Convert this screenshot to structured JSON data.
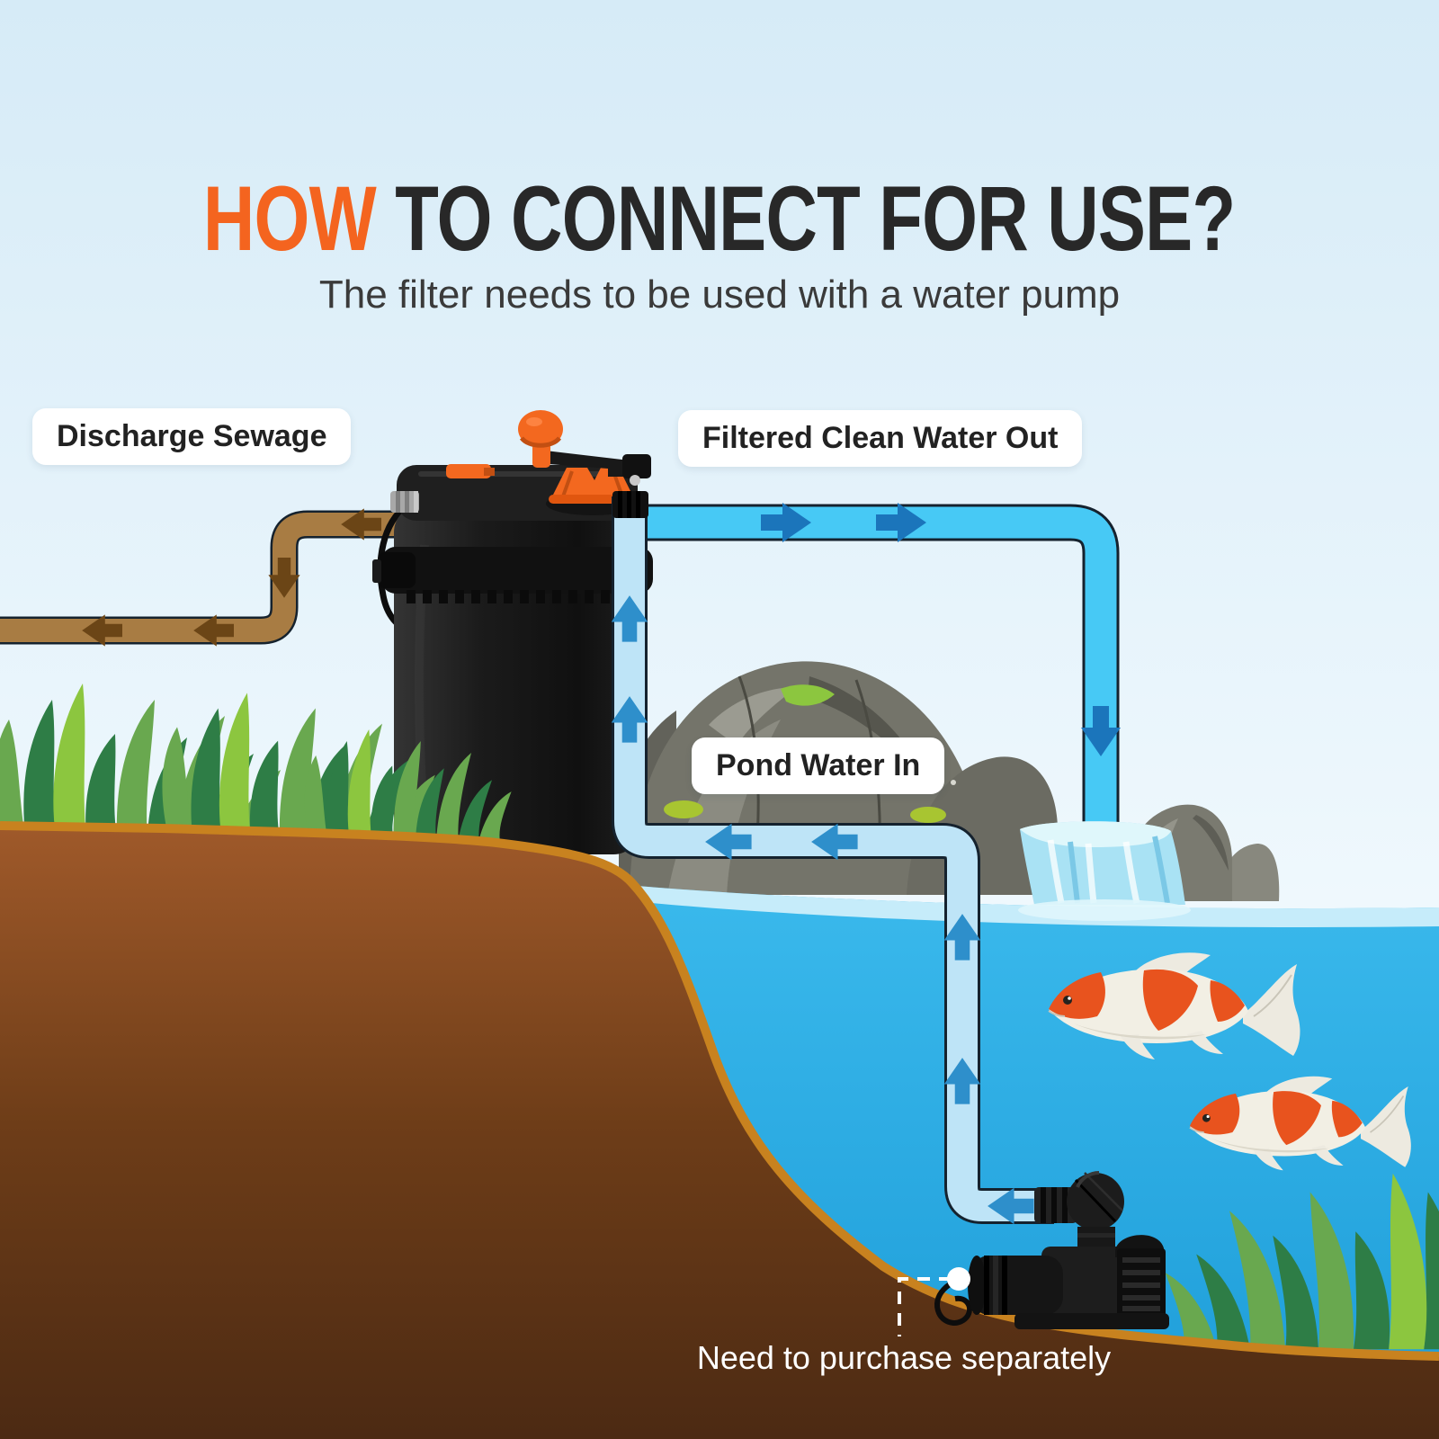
{
  "title": {
    "highlight": "HOW",
    "rest": " TO CONNECT FOR USE?"
  },
  "subtitle": "The filter needs to be used with a water pump",
  "labels": {
    "discharge": "Discharge Sewage",
    "filtered_out": "Filtered Clean Water Out",
    "pond_in": "Pond Water In",
    "purchase_note": "Need to purchase separately"
  },
  "scene": {
    "flow_paths": {
      "discharge_sewage": "filter lid left outlet, left then down then left off-screen",
      "filtered_clean_water_out": "filter top outlet, right then down to waterfall into pond",
      "pond_water_in": "submersible pump, left then up then left then up into filter top"
    },
    "objects": [
      "pressure-filter-canister",
      "crank-handle",
      "rock-pile",
      "waterfall",
      "pond-water",
      "koi-fish",
      "koi-fish",
      "water-pump",
      "grass",
      "underwater-grass"
    ]
  },
  "colors": {
    "title_highlight": "#F4641F",
    "title_text": "#282828",
    "subtitle_text": "#3A3A3A",
    "sky_top": "#D6EBF7",
    "sky_bottom": "#EFF8FD",
    "water_deep": "#1D9CD8",
    "water_surface": "#C6ECFA",
    "clean_pipe": "#47C9F5",
    "clean_arrow": "#1B75BB",
    "intake_pipe": "#BEE4F7",
    "intake_arrow": "#2E8FCB",
    "sewage_pipe": "#A87C43",
    "sewage_arrow": "#6B4516",
    "ground_top": "#A25B2B",
    "ground_bottom": "#4C2A13",
    "ground_edge": "#C8821F",
    "grass_light": "#69A84F",
    "grass_dark": "#2E7D46",
    "grass_accent": "#8CC63F",
    "rock": "#74746A",
    "device_black": "#1E1E1E",
    "device_orange": "#F3681F",
    "koi_orange": "#E8531E",
    "koi_body": "#F2EFE4",
    "label_bg": "#FFFFFF",
    "label_text": "#222222",
    "note_text": "#FFFFFF"
  }
}
